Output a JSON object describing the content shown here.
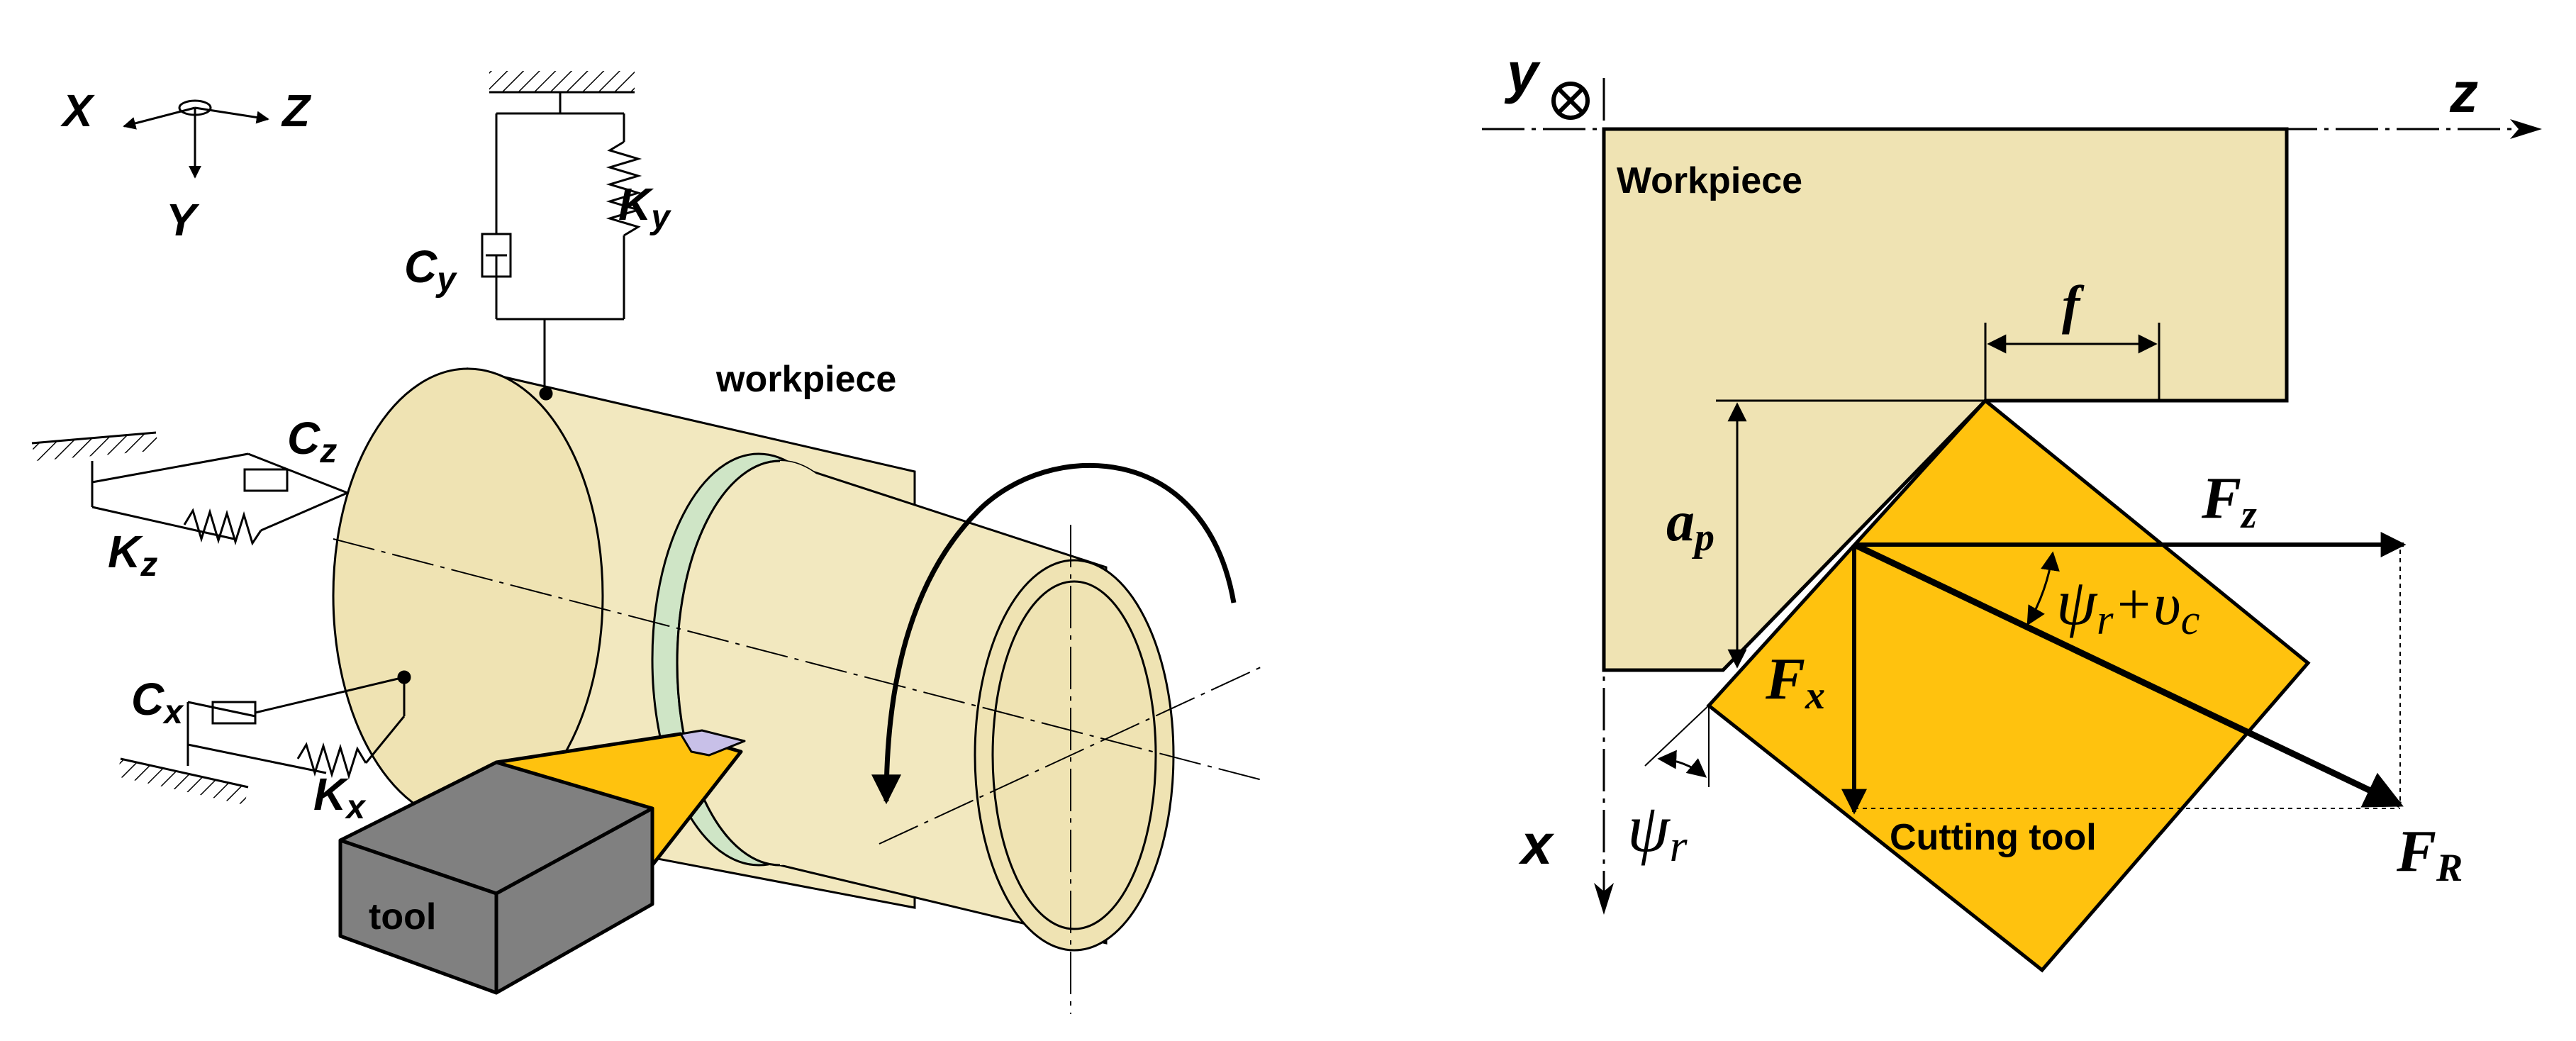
{
  "left_diagram": {
    "axis_x": "X",
    "axis_z": "Z",
    "axis_y": "Y",
    "stiffness_y": "K",
    "stiffness_y_sub": "y",
    "damping_y": "C",
    "damping_y_sub": "y",
    "damping_z": "C",
    "damping_z_sub": "z",
    "stiffness_z": "K",
    "stiffness_z_sub": "z",
    "damping_x": "C",
    "damping_x_sub": "x",
    "stiffness_x": "K",
    "stiffness_x_sub": "x",
    "workpiece_label": "workpiece",
    "tool_label": "tool"
  },
  "right_diagram": {
    "axis_y": "y",
    "axis_z": "z",
    "axis_x": "x",
    "workpiece_label": "Workpiece",
    "feed_label": "f",
    "depth_label": "a",
    "depth_sub": "p",
    "fz_label": "F",
    "fz_sub": "z",
    "fx_label": "F",
    "fx_sub": "x",
    "fr_label": "F",
    "fr_sub": "R",
    "angle_label": "ψ",
    "angle_sub": "r",
    "angle_plus": "+υ",
    "angle_plus_sub": "c",
    "psi_label": "ψ",
    "psi_sub": "r",
    "tool_label": "Cutting tool"
  },
  "colors": {
    "workpiece_fill": "#efe3b3",
    "cylinder_fill": "#f2e8bf",
    "ring_fill": "#cfe5c6",
    "tool_insert": "#ffc20e",
    "tool_body": "#808080",
    "chip": "#c8c0e8"
  }
}
